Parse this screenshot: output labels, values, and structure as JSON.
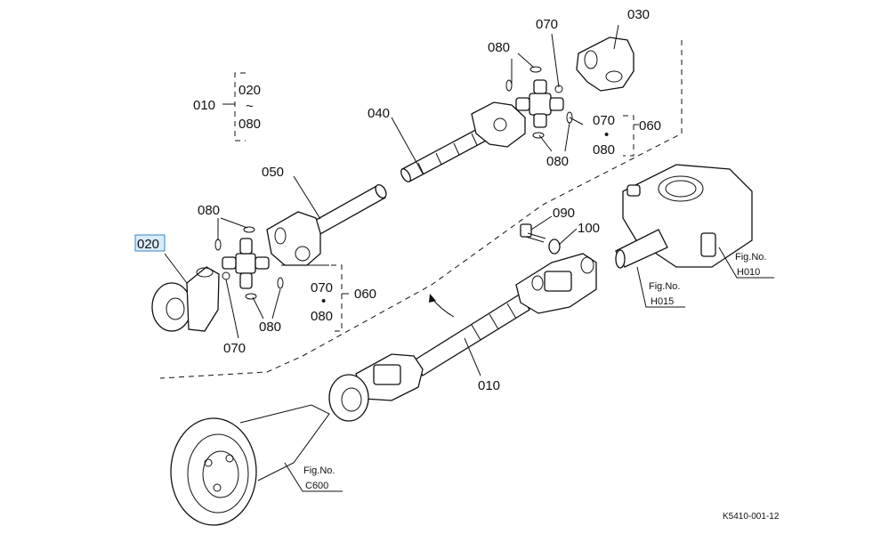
{
  "labels": {
    "p010_top": "010",
    "p020_group_top": "020",
    "tilde": "~",
    "p080_group_bottom": "080",
    "p040": "040",
    "p030": "030",
    "p070_top": "070",
    "p080_top": "080",
    "p070_right": "070",
    "dot": "•",
    "p080_right": "080",
    "p060_top": "060",
    "p080_right_low": "080",
    "p050": "050",
    "p080_left": "080",
    "p020_selected": "020",
    "p070_left": "070",
    "dot_left": "•",
    "p080_left_low": "080",
    "p060_left": "060",
    "p080_left_bottom": "080",
    "p070_bottom": "070",
    "p090": "090",
    "p100": "100",
    "p010_main": "010"
  },
  "figrefs": {
    "h010_fig": "Fig.No.",
    "h010_code": "H010",
    "h015_fig": "Fig.No.",
    "h015_code": "H015",
    "c600_fig": "Fig.No.",
    "c600_code": "C600"
  },
  "footer": {
    "drawing_code": "K5410-001-12"
  },
  "colors": {
    "line": "#111111",
    "highlight_fill": "#d9ecfb",
    "highlight_stroke": "#3b82c4"
  }
}
